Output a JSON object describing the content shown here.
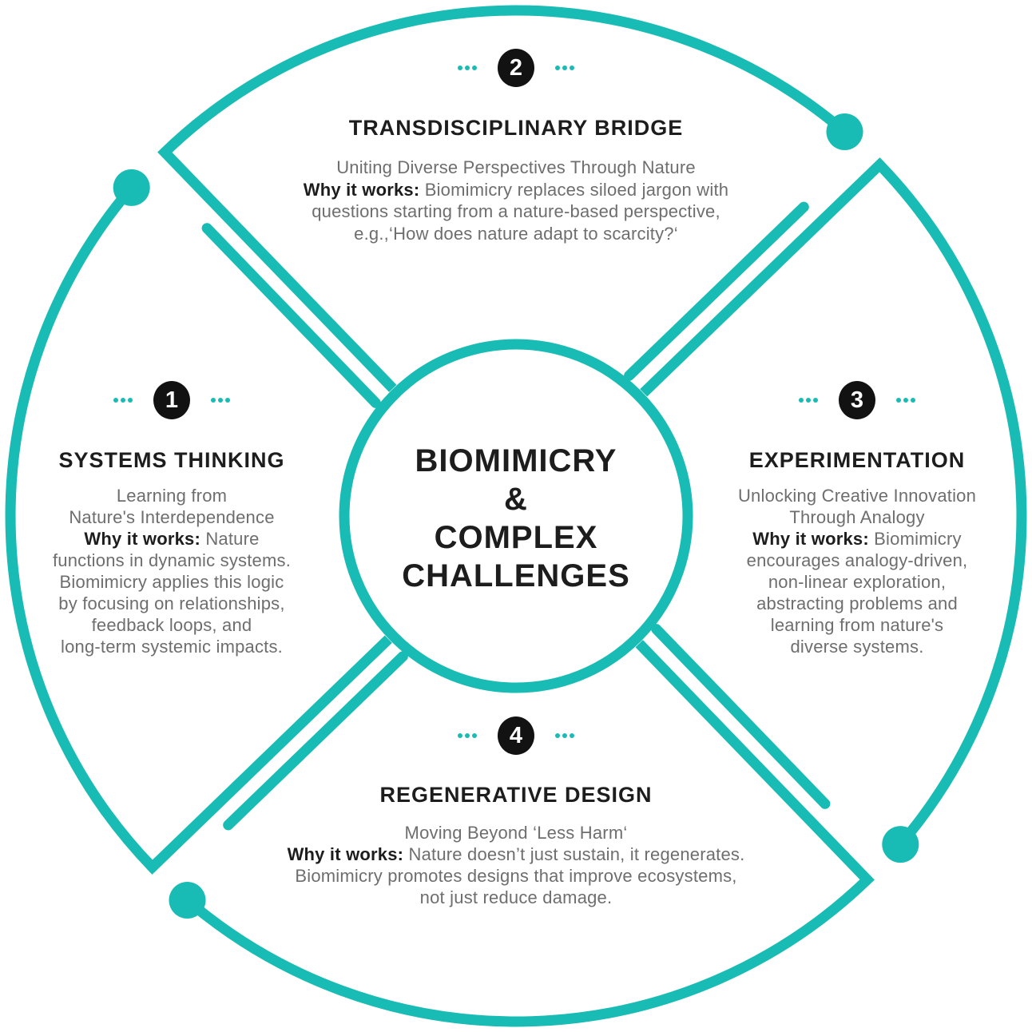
{
  "colors": {
    "accent": "#19bcb4",
    "badge_bg": "#121212",
    "badge_number": "#ffffff",
    "title_text": "#1d1d1d",
    "body_text": "#6e6e6e"
  },
  "center": {
    "lines": [
      "BIOMIMICRY",
      "&",
      "COMPLEX",
      "CHALLENGES"
    ]
  },
  "sections": [
    {
      "number": "2",
      "title": "TRANSDISCIPLINARY BRIDGE",
      "lines": [
        {
          "text": "Uniting Diverse Perspectives Through Nature"
        },
        {
          "bold": "Why it works:",
          "text": " Biomimicry replaces siloed jargon with"
        },
        {
          "text": "questions starting from a nature-based perspective,"
        },
        {
          "text": "e.g.,‘How does nature adapt to scarcity?‘"
        }
      ]
    },
    {
      "number": "1",
      "title": "SYSTEMS THINKING",
      "lines": [
        {
          "text": "Learning from"
        },
        {
          "text": "Nature's Interdependence"
        },
        {
          "bold": "Why it works:",
          "text": " Nature"
        },
        {
          "text": "functions in dynamic systems."
        },
        {
          "text": "Biomimicry applies this logic"
        },
        {
          "text": "by focusing on relationships,"
        },
        {
          "text": "feedback loops, and"
        },
        {
          "text": "long-term systemic impacts."
        }
      ]
    },
    {
      "number": "3",
      "title": "EXPERIMENTATION",
      "lines": [
        {
          "text": "Unlocking Creative Innovation"
        },
        {
          "text": "Through Analogy"
        },
        {
          "bold": "Why it works:",
          "text": " Biomimicry"
        },
        {
          "text": "encourages analogy-driven,"
        },
        {
          "text": "non-linear exploration,"
        },
        {
          "text": "abstracting problems and"
        },
        {
          "text": "learning from nature's"
        },
        {
          "text": "diverse systems."
        }
      ]
    },
    {
      "number": "4",
      "title": "REGENERATIVE DESIGN",
      "lines": [
        {
          "text": "Moving Beyond ‘Less Harm‘"
        },
        {
          "bold": "Why it works:",
          "text": " Nature doesn’t just sustain, it regenerates."
        },
        {
          "text": "Biomimicry promotes designs that improve ecosystems,"
        },
        {
          "text": "not just reduce damage."
        }
      ]
    }
  ]
}
